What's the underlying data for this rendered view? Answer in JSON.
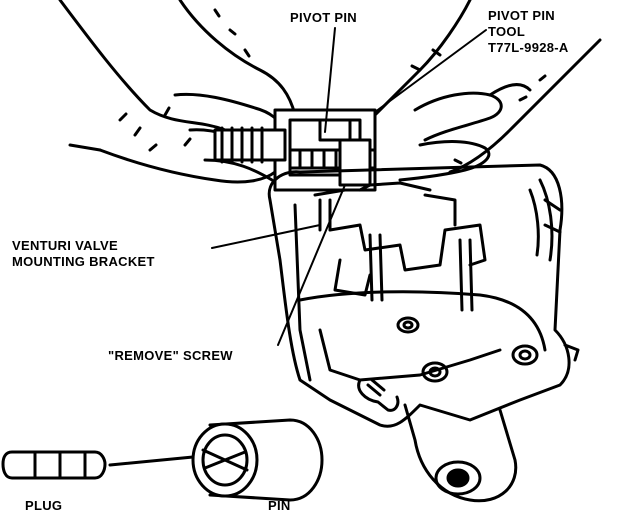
{
  "labels": {
    "pivot_pin": "PIVOT PIN",
    "pivot_pin_tool_line1": "PIVOT PIN",
    "pivot_pin_tool_line2": "TOOL",
    "pivot_pin_tool_line3": "T77L-9928-A",
    "venturi_line1": "VENTURI VALVE",
    "venturi_line2": "MOUNTING BRACKET",
    "remove_screw": "\"REMOVE\" SCREW",
    "plug": "PLUG",
    "pin": "PIN"
  }
}
